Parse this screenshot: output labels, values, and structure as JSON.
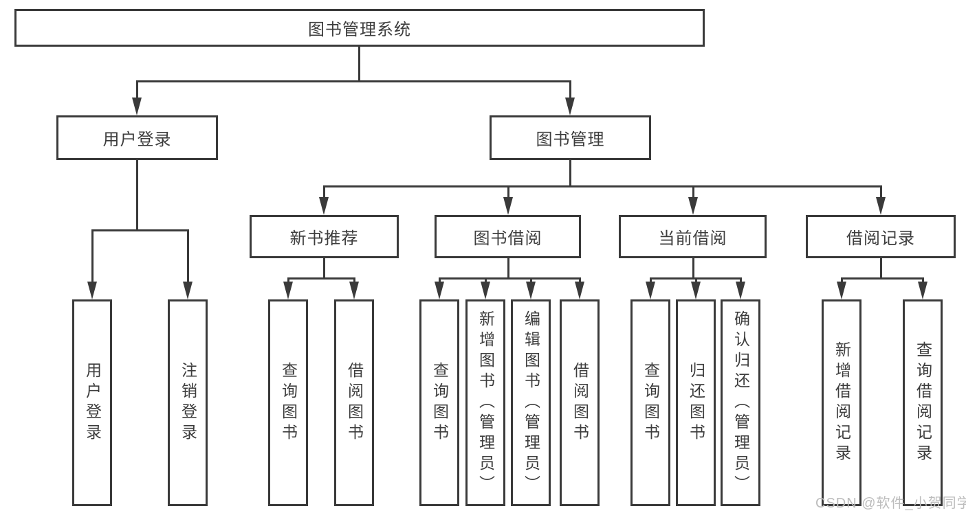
{
  "diagram": {
    "title": "图书管理系统",
    "root": {
      "label": "图书管理系统"
    },
    "branches": [
      {
        "label": "用户登录",
        "children": [
          {
            "label": "用户登录"
          },
          {
            "label": "注销登录"
          }
        ]
      },
      {
        "label": "图书管理",
        "groups": [
          {
            "label": "新书推荐",
            "children": [
              {
                "label": "查询图书"
              },
              {
                "label": "借阅图书"
              }
            ]
          },
          {
            "label": "图书借阅",
            "children": [
              {
                "label": "查询图书"
              },
              {
                "label": "新增图书（管理员）"
              },
              {
                "label": "编辑图书（管理员）"
              },
              {
                "label": "借阅图书"
              }
            ]
          },
          {
            "label": "当前借阅",
            "children": [
              {
                "label": "查询图书"
              },
              {
                "label": "归还图书"
              },
              {
                "label": "确认归还（管理员）"
              }
            ]
          },
          {
            "label": "借阅记录",
            "children": [
              {
                "label": "新增借阅记录"
              },
              {
                "label": "查询借阅记录"
              }
            ]
          }
        ]
      }
    ]
  },
  "watermark": "CSDN @软件_小贺同学",
  "colors": {
    "line": "#3a3a3a",
    "text": "#3d3d3d",
    "watermark": "#bdbdbd",
    "background": "#ffffff"
  }
}
